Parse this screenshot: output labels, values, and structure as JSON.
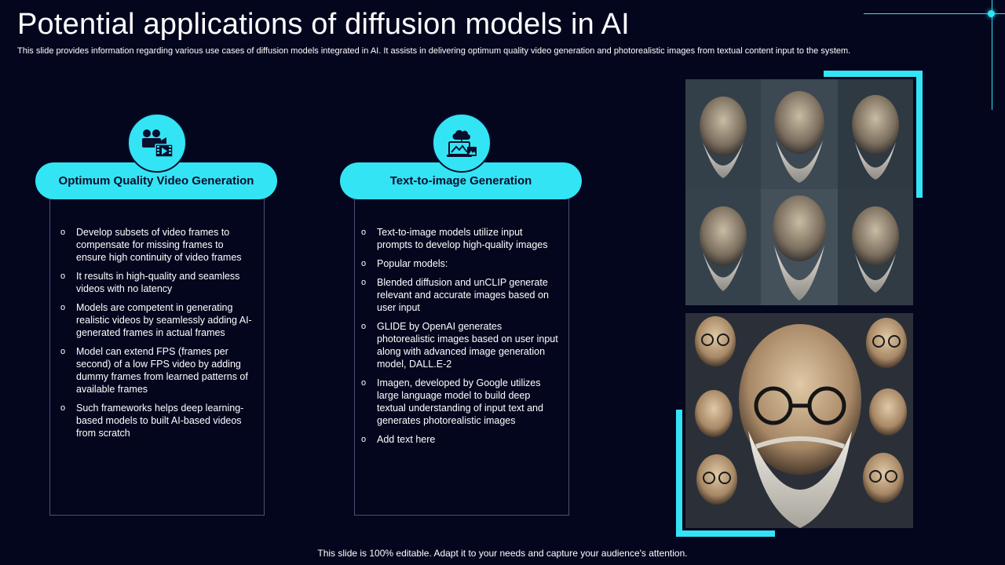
{
  "header": {
    "title": "Potential applications of diffusion models in AI",
    "subtitle": "This slide provides information regarding various use cases of diffusion models integrated in AI. It assists in delivering optimum quality video generation and photorealistic images from textual content input to the system."
  },
  "cards": [
    {
      "icon": "video-camera-icon",
      "heading": "Optimum Quality Video Generation",
      "bullets": [
        "Develop subsets of video frames to compensate for missing frames to ensure high continuity of video frames",
        "It results in high-quality and seamless videos with no latency",
        "Models are competent in generating realistic videos by seamlessly adding AI-generated frames in actual frames",
        "Model can extend FPS (frames per second) of a low FPS video by adding dummy frames from learned patterns of available frames",
        "Such frameworks helps deep learning-based models to built AI-based videos from scratch"
      ]
    },
    {
      "icon": "image-generation-icon",
      "heading": "Text-to-image Generation",
      "bullets": [
        "Text-to-image models utilize input prompts to develop high-quality images",
        "Popular models:",
        "Blended diffusion and unCLIP generate relevant and accurate images based on user input",
        "GLIDE by OpenAI generates photorealistic images based on user input along with advanced image generation model, DALL.E-2",
        "Imagen, developed by Google utilizes large language model to build deep textual understanding of input text and generates photorealistic images",
        "Add text here"
      ]
    }
  ],
  "colors": {
    "accent": "#33e4f4",
    "background": "#04061e",
    "card_border": "#4c5170"
  },
  "footer": {
    "text": "This slide is 100% editable. Adapt it to your needs and capture your audience's attention."
  }
}
